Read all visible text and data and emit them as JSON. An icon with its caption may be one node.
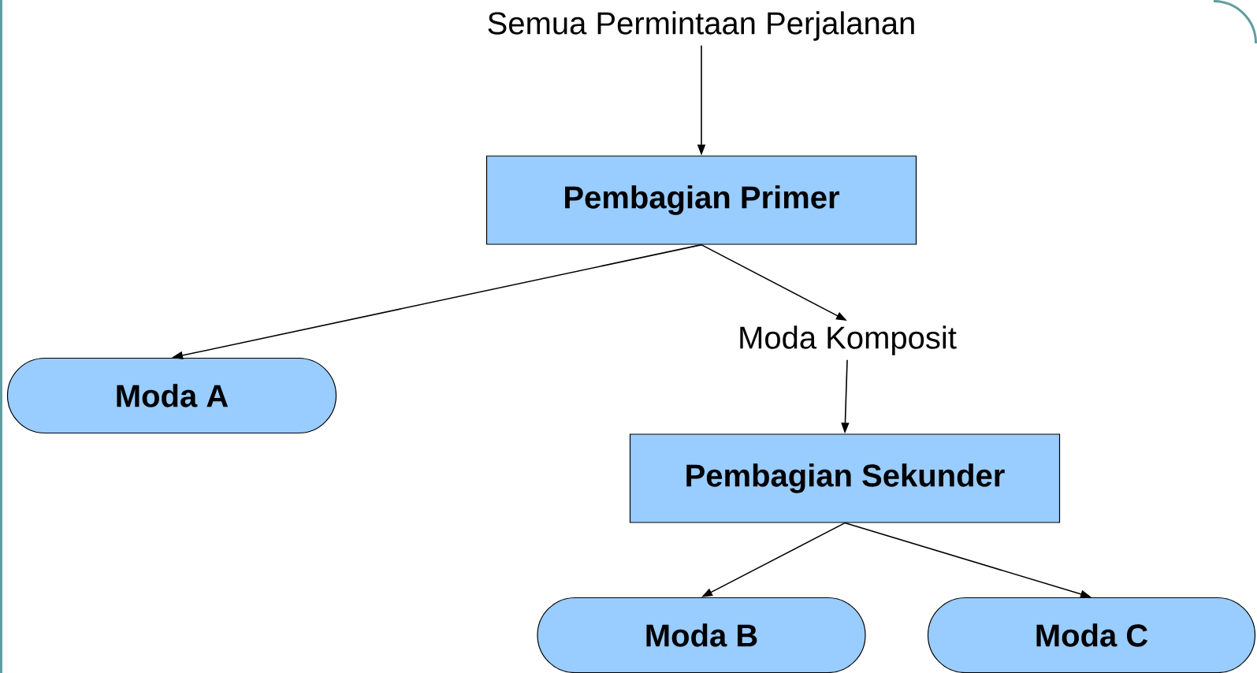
{
  "diagram": {
    "nodes": [
      {
        "text": [
          "Semua Permintaan Perjalanan"
        ]
      },
      {
        "text": [
          "Pembagian Primer"
        ]
      },
      {
        "text": [
          "Moda A"
        ]
      },
      {
        "text": [
          "Moda Komposit"
        ]
      },
      {
        "text": [
          "Pembagian Sekunder"
        ]
      },
      {
        "text": [
          "Moda B"
        ]
      },
      {
        "text": [
          "Moda C"
        ]
      }
    ],
    "edges": [
      {
        "from": 0,
        "to": 1,
        "arrow": "to"
      },
      {
        "from": 1,
        "to": 2,
        "arrow": "to"
      },
      {
        "from": 1,
        "to": 3,
        "arrow": "to"
      },
      {
        "from": 3,
        "to": 4,
        "arrow": "to"
      },
      {
        "from": 4,
        "to": 5,
        "arrow": "to"
      },
      {
        "from": 4,
        "to": 6,
        "arrow": "to"
      }
    ]
  }
}
